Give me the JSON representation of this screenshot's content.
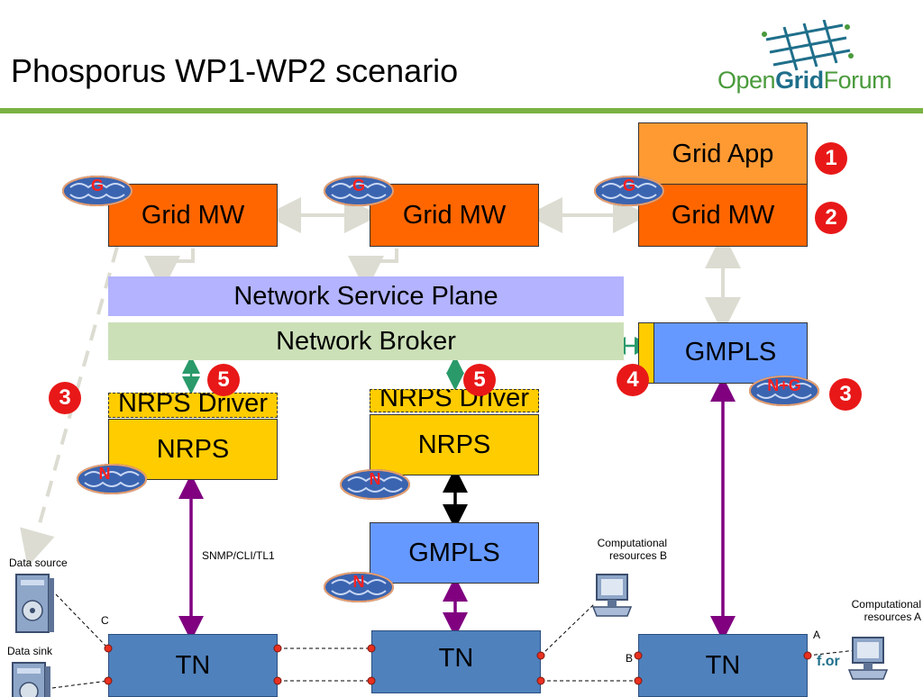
{
  "slide": {
    "title": "Phosporus WP1-WP2 scenario"
  },
  "logo": {
    "part1": "Open",
    "part2": "Grid",
    "part3": "Forum",
    "colors": {
      "green": "#4a9a3c",
      "teal": "#1f6f8b"
    }
  },
  "boxes": {
    "grid_app": "Grid App",
    "grid_mw": "Grid MW",
    "network_service_plane": "Network Service Plane",
    "network_broker": "Network Broker",
    "gmpls": "GMPLS",
    "nrps_driver": "NRPS Driver",
    "nrps": "NRPS",
    "tn": "TN"
  },
  "badges": {
    "b1": "1",
    "b2": "2",
    "b3": "3",
    "b4": "4",
    "b5": "5"
  },
  "brain_tags": {
    "g": "G",
    "n": "N",
    "ng": "N+G"
  },
  "labels": {
    "snmp": "SNMP/CLI/TL1",
    "data_source": "Data source",
    "data_sink": "Data sink",
    "comp_b_line1": "Computational",
    "comp_b_line2": "resources B",
    "comp_a_line1": "Computational",
    "comp_a_line2": "resources A",
    "port_a": "A",
    "port_b": "B",
    "port_c": "C",
    "ogf_fragment": "f.or"
  },
  "colors": {
    "grid_orange": "#ff6600",
    "grid_app_orange": "#ff9a33",
    "service_plane": "#b3b3ff",
    "broker": "#cce0b8",
    "nrps_yellow": "#ffcc00",
    "gmpls_blue": "#6699ff",
    "tn_blue": "#4f81bd",
    "badge_red": "#e81818",
    "accent_green": "#7ab343",
    "arrow_purple": "#800080",
    "arrow_teal": "#2a9a6a",
    "port_red": "#e83020"
  }
}
